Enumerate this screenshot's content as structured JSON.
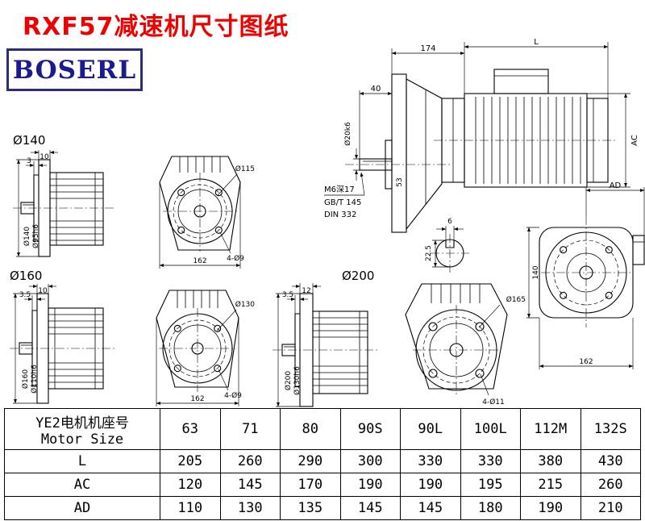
{
  "page": {
    "title": "RXF57减速机尺寸图纸",
    "logo": "BOSERL"
  },
  "drawings": {
    "flange140": {
      "label": "Ø140",
      "flange_thickness": "10",
      "spigot_depth": "3",
      "flange_dia": "Ø140",
      "spigot_dia": "Ø95h6"
    },
    "front115": {
      "bolt_circle_dia": "Ø115",
      "bolt_holes": "4-Ø9",
      "body_width": "162"
    },
    "flange160": {
      "label": "Ø160",
      "flange_thickness": "10",
      "spigot_depth": "3.5",
      "flange_dia": "Ø160",
      "spigot_dia": "Ø110h6"
    },
    "front130": {
      "bolt_circle_dia": "Ø130",
      "bolt_holes": "4-Ø9",
      "body_width": "162"
    },
    "flange200": {
      "label": "Ø200",
      "flange_thickness": "12",
      "spigot_depth": "3.5",
      "flange_dia": "Ø200",
      "spigot_dia": "Ø130h6"
    },
    "front165": {
      "bolt_circle_dia": "Ø165",
      "bolt_holes": "4-Ø11"
    },
    "main": {
      "gearcase_length": "174",
      "motor_length": "L",
      "shaft_length": "40",
      "shaft_dia": "Ø20k6",
      "flange_hub": "53",
      "motor_height": "AC",
      "tapped_hole_note": "M6深17",
      "standard_note_1": "GB/T 145",
      "standard_note_2": "DIN 332",
      "key_width": "6",
      "key_height": "22.5"
    },
    "rear": {
      "terminal_box_offset": "AD",
      "case_height": "140",
      "case_width": "162"
    }
  },
  "table": {
    "header_cn": "YE2电机机座号",
    "header_en": "Motor Size",
    "sizes": [
      "63",
      "71",
      "80",
      "90S",
      "90L",
      "100L",
      "112M",
      "132S"
    ],
    "rows": [
      {
        "label": "L",
        "values": [
          "205",
          "260",
          "290",
          "300",
          "330",
          "330",
          "380",
          "430"
        ]
      },
      {
        "label": "AC",
        "values": [
          "120",
          "145",
          "170",
          "190",
          "190",
          "195",
          "215",
          "260"
        ]
      },
      {
        "label": "AD",
        "values": [
          "110",
          "130",
          "135",
          "145",
          "145",
          "180",
          "190",
          "210"
        ]
      }
    ]
  },
  "colors": {
    "title_red": "#ee0000",
    "logo_blue": "#1b1b8e",
    "logo_border": "#2d2c78",
    "line_black": "#000000"
  }
}
